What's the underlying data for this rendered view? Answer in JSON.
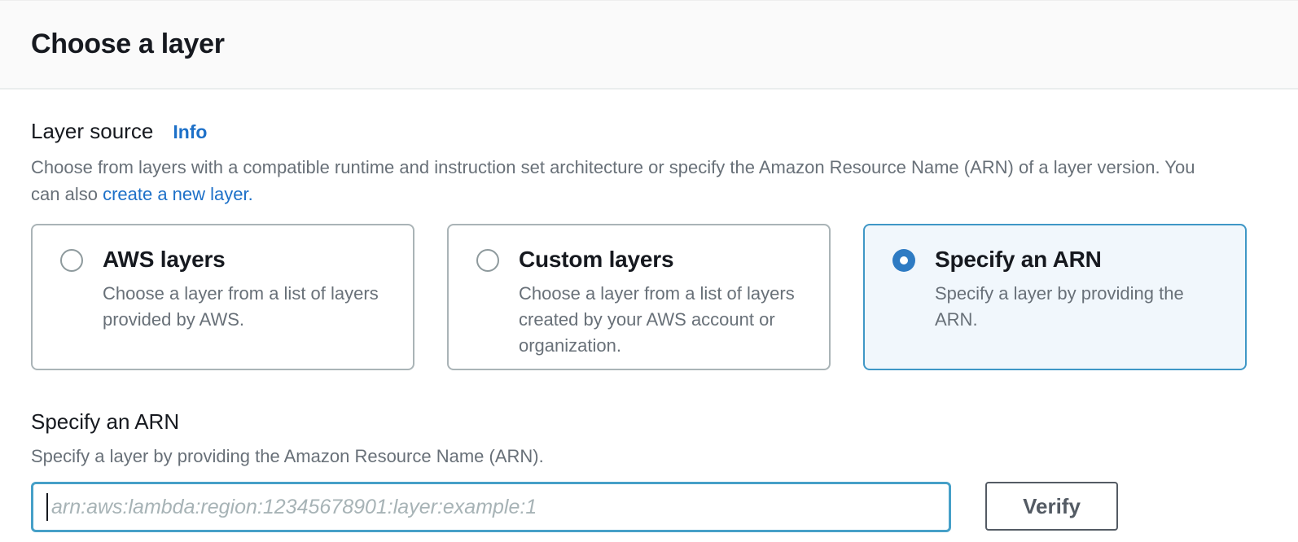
{
  "header": {
    "title": "Choose a layer"
  },
  "layer_source": {
    "label": "Layer source",
    "info_link_label": "Info",
    "description": "Choose from layers with a compatible runtime and instruction set architecture or specify the Amazon Resource Name (ARN) of a layer version. You can also ",
    "create_link_label": "create a new layer."
  },
  "options": [
    {
      "title": "AWS layers",
      "description": "Choose a layer from a list of layers provided by AWS.",
      "selected": false
    },
    {
      "title": "Custom layers",
      "description": "Choose a layer from a list of layers created by your AWS account or organization.",
      "selected": false
    },
    {
      "title": "Specify an ARN",
      "description": "Specify a layer by providing the ARN.",
      "selected": true
    }
  ],
  "arn_section": {
    "title": "Specify an ARN",
    "description": "Specify a layer by providing the Amazon Resource Name (ARN).",
    "input_value": "",
    "input_placeholder": "arn:aws:lambda:region:12345678901:layer:example:1",
    "verify_button_label": "Verify"
  },
  "colors": {
    "accent_blue": "#2e7bc3",
    "link_blue": "#1d70c8",
    "selected_card_border": "#3f97c6",
    "selected_card_bg": "#f1f7fc",
    "input_focus_border": "#46a0c8",
    "heading_text": "#16191f",
    "secondary_text": "#687078",
    "button_border": "#545b64",
    "divider": "#eaeded"
  }
}
